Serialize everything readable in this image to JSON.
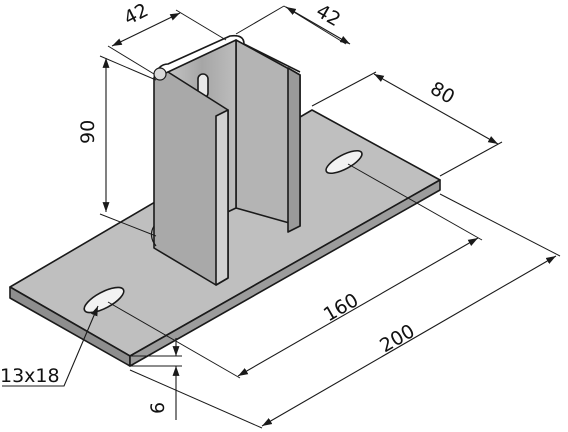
{
  "dimensions": {
    "top_left_width": "42",
    "top_right_depth": "42",
    "plate_depth": "80",
    "post_height": "90",
    "hole_spacing": "160",
    "plate_length": "200",
    "slot_size": "13x18",
    "plate_thickness": "6"
  },
  "colors": {
    "plate_top": "#bcbcbc",
    "plate_edge": "#8c8c8c",
    "post_face": "#adadad",
    "post_light": "#d6d6d6",
    "outline": "#1a1a1a",
    "background": "#ffffff"
  }
}
